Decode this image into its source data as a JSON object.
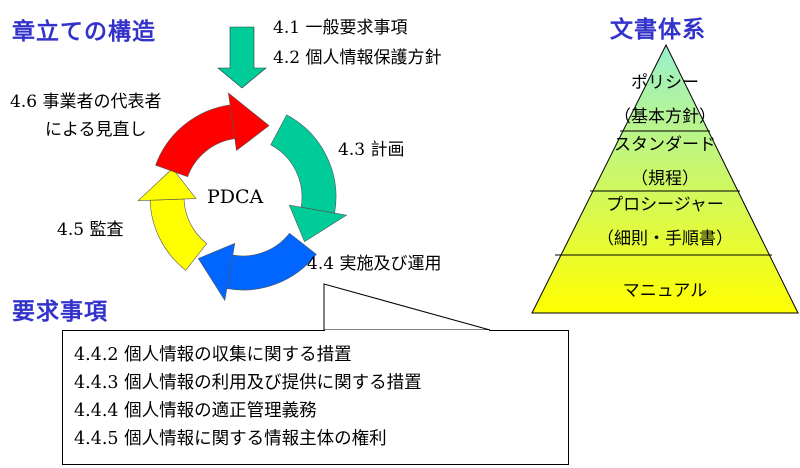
{
  "titles": {
    "structure": "章立ての構造",
    "requirements": "要求事項",
    "documents": "文書体系"
  },
  "cycle": {
    "center": "PDCA",
    "input_lines": [
      "4.1 一般要求事項",
      "4.2 個人情報保護方針"
    ],
    "plan": "4.3 計画",
    "do": "4.4 実施及び運用",
    "check": "4.5 監査",
    "act_lines": [
      "4.6 事業者の代表者",
      "による見直し"
    ],
    "colors": {
      "act": "#ff0000",
      "plan": "#00cc99",
      "do": "#0066ff",
      "check": "#ffff00",
      "input": "#00cc99"
    }
  },
  "requirements_list": [
    "4.4.2 個人情報の収集に関する措置",
    "4.4.3 個人情報の利用及び提供に関する措置",
    "4.4.4 個人情報の適正管理義務",
    "4.4.5 個人情報に関する情報主体の権利"
  ],
  "pyramid": {
    "levels": [
      {
        "name": "ポリシー",
        "sub": "（基本方針）"
      },
      {
        "name": "スタンダード",
        "sub": "（規程）"
      },
      {
        "name": "プロシージャー",
        "sub": "（細則・手順書）"
      },
      {
        "name": "マニュアル"
      }
    ],
    "colors": {
      "top": "#99f0cc",
      "bottom": "#ffff00"
    }
  }
}
